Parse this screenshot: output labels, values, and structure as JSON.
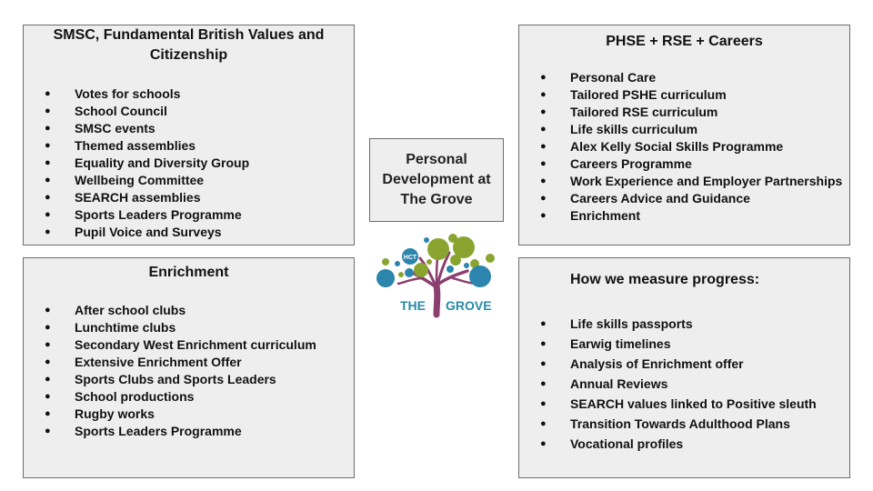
{
  "smsc": {
    "title": "SMSC, Fundamental British Values and Citizenship",
    "items": [
      "Votes for schools",
      "School Council",
      "SMSC events",
      "Themed assemblies",
      "Equality and Diversity Group",
      "Wellbeing Committee",
      "SEARCH assemblies",
      "Sports Leaders Programme",
      "Pupil Voice and Surveys"
    ]
  },
  "phse": {
    "title": "PHSE + RSE + Careers",
    "items": [
      "Personal Care",
      "Tailored PSHE curriculum",
      "Tailored RSE curriculum",
      "Life skills curriculum",
      "Alex Kelly Social Skills Programme",
      "Careers Programme",
      "Work Experience and Employer Partnerships",
      "Careers Advice and Guidance",
      "Enrichment"
    ]
  },
  "enrichment": {
    "title": "Enrichment",
    "items": [
      "After school clubs",
      "Lunchtime clubs",
      "Secondary West Enrichment curriculum",
      "Extensive Enrichment Offer",
      "Sports Clubs and Sports Leaders",
      "School productions",
      "Rugby works",
      "Sports Leaders Programme"
    ]
  },
  "measure": {
    "title": "How we measure progress:",
    "items": [
      "Life skills passports",
      "Earwig timelines",
      "Analysis of Enrichment offer",
      "Annual Reviews",
      "SEARCH values linked to Positive sleuth",
      "Transition Towards Adulthood Plans",
      "Vocational profiles"
    ]
  },
  "center": {
    "title": "Personal Development at The Grove"
  },
  "logo": {
    "badge": "HCT",
    "word_the": "THE",
    "word_grove": "GROVE",
    "trunk_color": "#8a3f6e",
    "green_color": "#8aa52f",
    "teal_color": "#2c85ac",
    "text_color": "#2a8aa6"
  }
}
